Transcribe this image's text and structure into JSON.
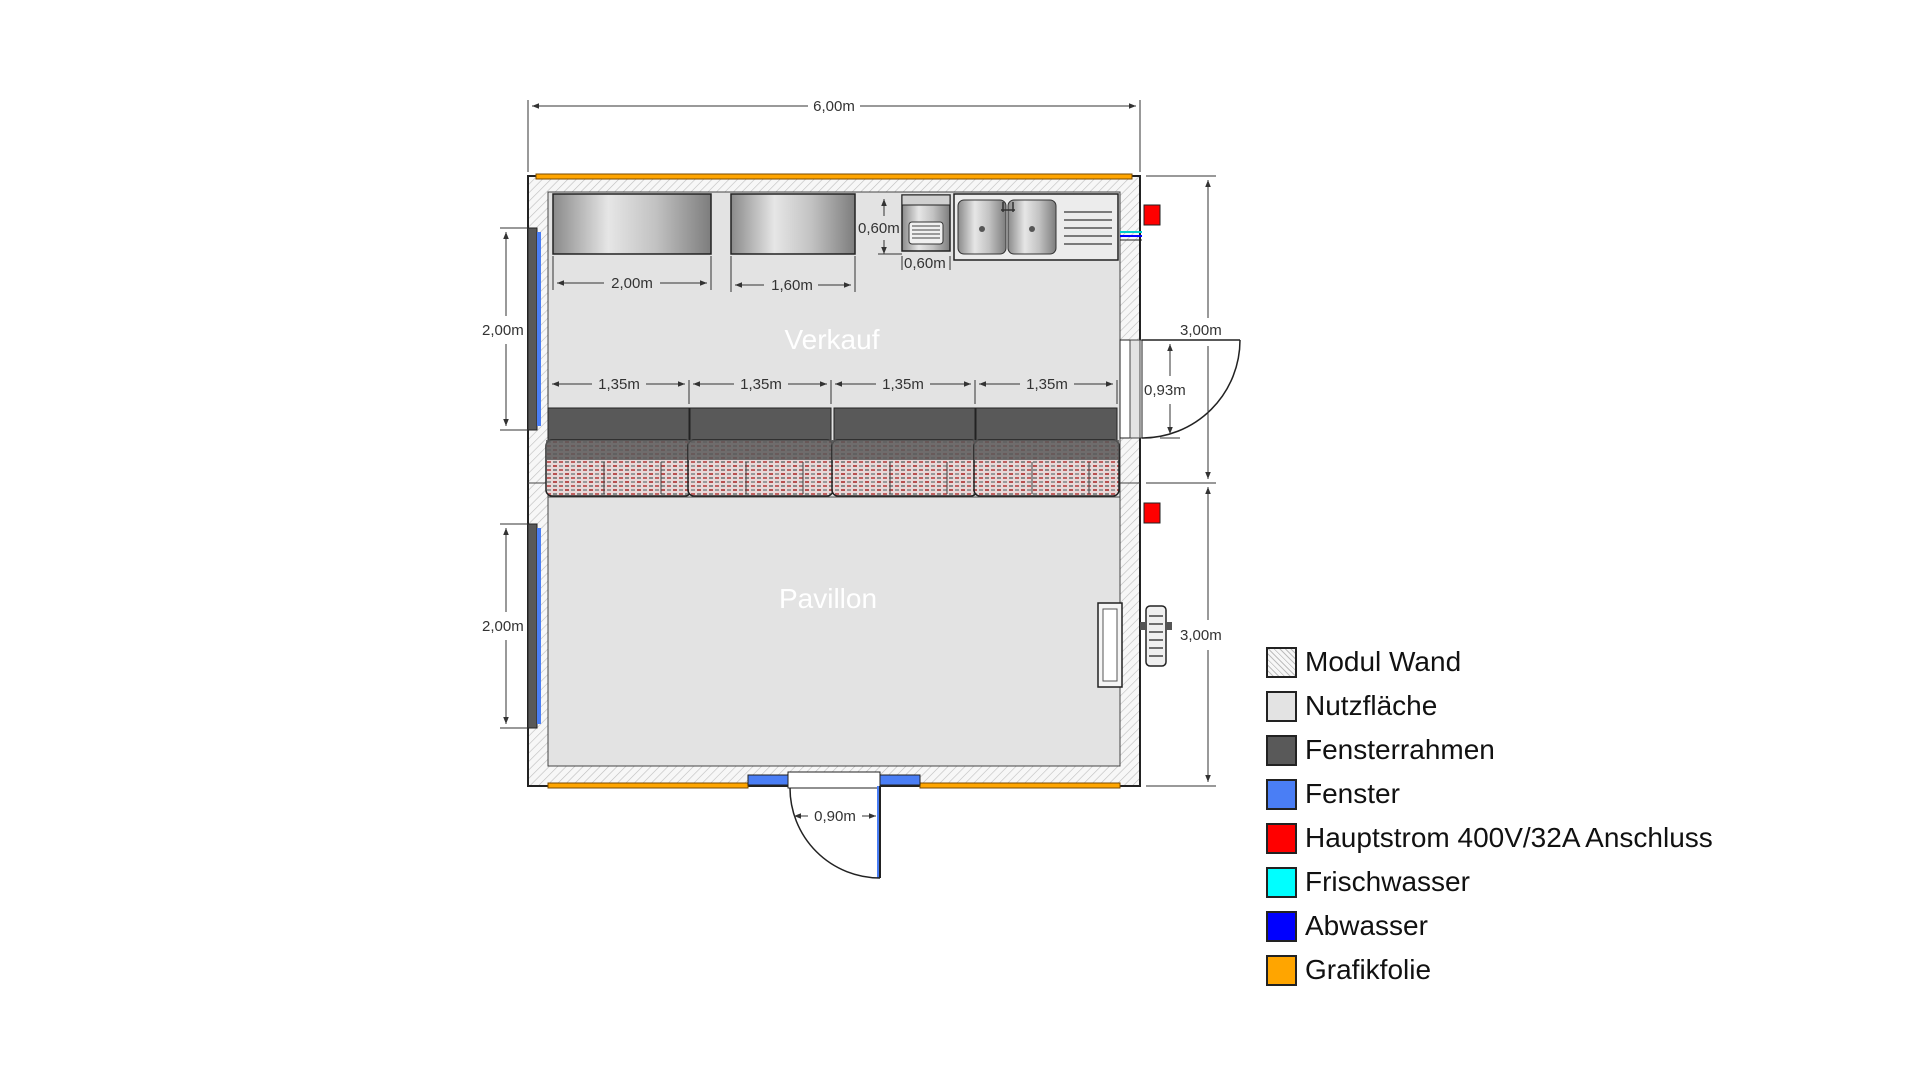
{
  "dimensions": {
    "overall_width": "6,00m",
    "counter_1": "2,00m",
    "counter_2": "1,60m",
    "hand_basin_depth": "0,60m",
    "hand_basin_width": "0,60m",
    "window_left_upper": "2,00m",
    "window_left_lower": "2,00m",
    "right_upper": "3,00m",
    "right_lower": "3,00m",
    "side_door": "0,93m",
    "front_door": "0,90m",
    "display_1": "1,35m",
    "display_2": "1,35m",
    "display_3": "1,35m",
    "display_4": "1,35m"
  },
  "rooms": {
    "top": "Verkauf",
    "bottom": "Pavillon"
  },
  "legend": [
    {
      "label": "Modul Wand",
      "color": "#f2f2f2",
      "pattern": "hatch"
    },
    {
      "label": "Nutzfläche",
      "color": "#e3e3e3"
    },
    {
      "label": "Fensterrahmen",
      "color": "#595959"
    },
    {
      "label": "Fenster",
      "color": "#4a7ef5"
    },
    {
      "label": "Hauptstrom 400V/32A Anschluss",
      "color": "#ff0000"
    },
    {
      "label": "Frischwasser",
      "color": "#00ffff"
    },
    {
      "label": "Abwasser",
      "color": "#0000ff"
    },
    {
      "label": "Grafikfolie",
      "color": "#ffa500"
    }
  ],
  "colors": {
    "wall": "#f2f2f2",
    "floor": "#e3e3e3",
    "frame": "#595959",
    "window": "#4a7ef5",
    "power": "#ff0000",
    "fresh_water": "#00ffff",
    "waste_water": "#0000ff",
    "graphic_foil": "#ffa500"
  }
}
